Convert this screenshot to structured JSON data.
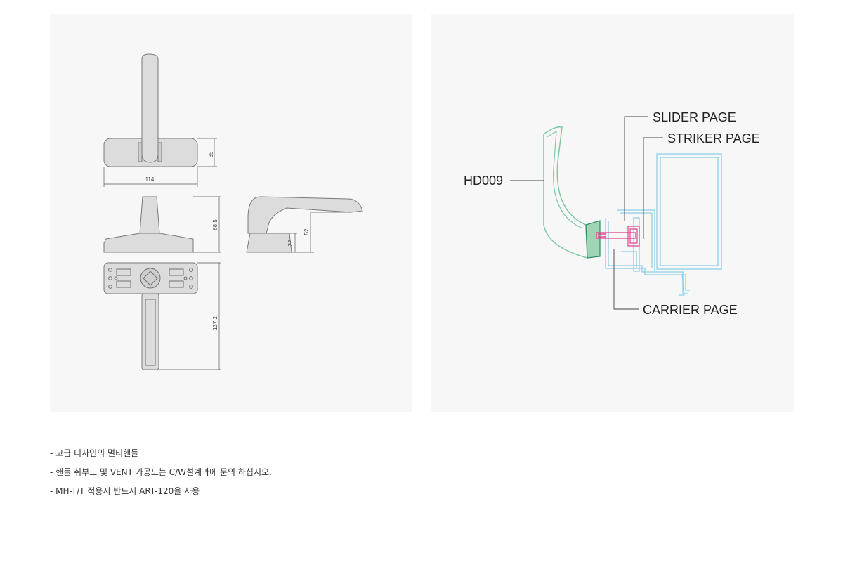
{
  "drawing_left": {
    "dimensions": {
      "top_height": "35",
      "base_width": "114",
      "side_height": "68.5",
      "lever_height": "52",
      "base_height": "22",
      "handle_length": "137.2"
    }
  },
  "drawing_right": {
    "callouts": {
      "slider": "SLIDER PAGE",
      "striker": "STRIKER PAGE",
      "model": "HD009",
      "carrier": "CARRIER PAGE"
    }
  },
  "colors": {
    "handle_green": "#7fc8a2",
    "frame_blue": "#8ccfe6",
    "bolt_pink": "#e0468c"
  },
  "notes": [
    "- 고급 디자인의 멀티핸들",
    "- 핸들 취부도 및 VENT 가공도는 C/W설계과에 문의 하십시오.",
    "- MH-T/T 적용시 반드시 ART-120을 사용"
  ]
}
